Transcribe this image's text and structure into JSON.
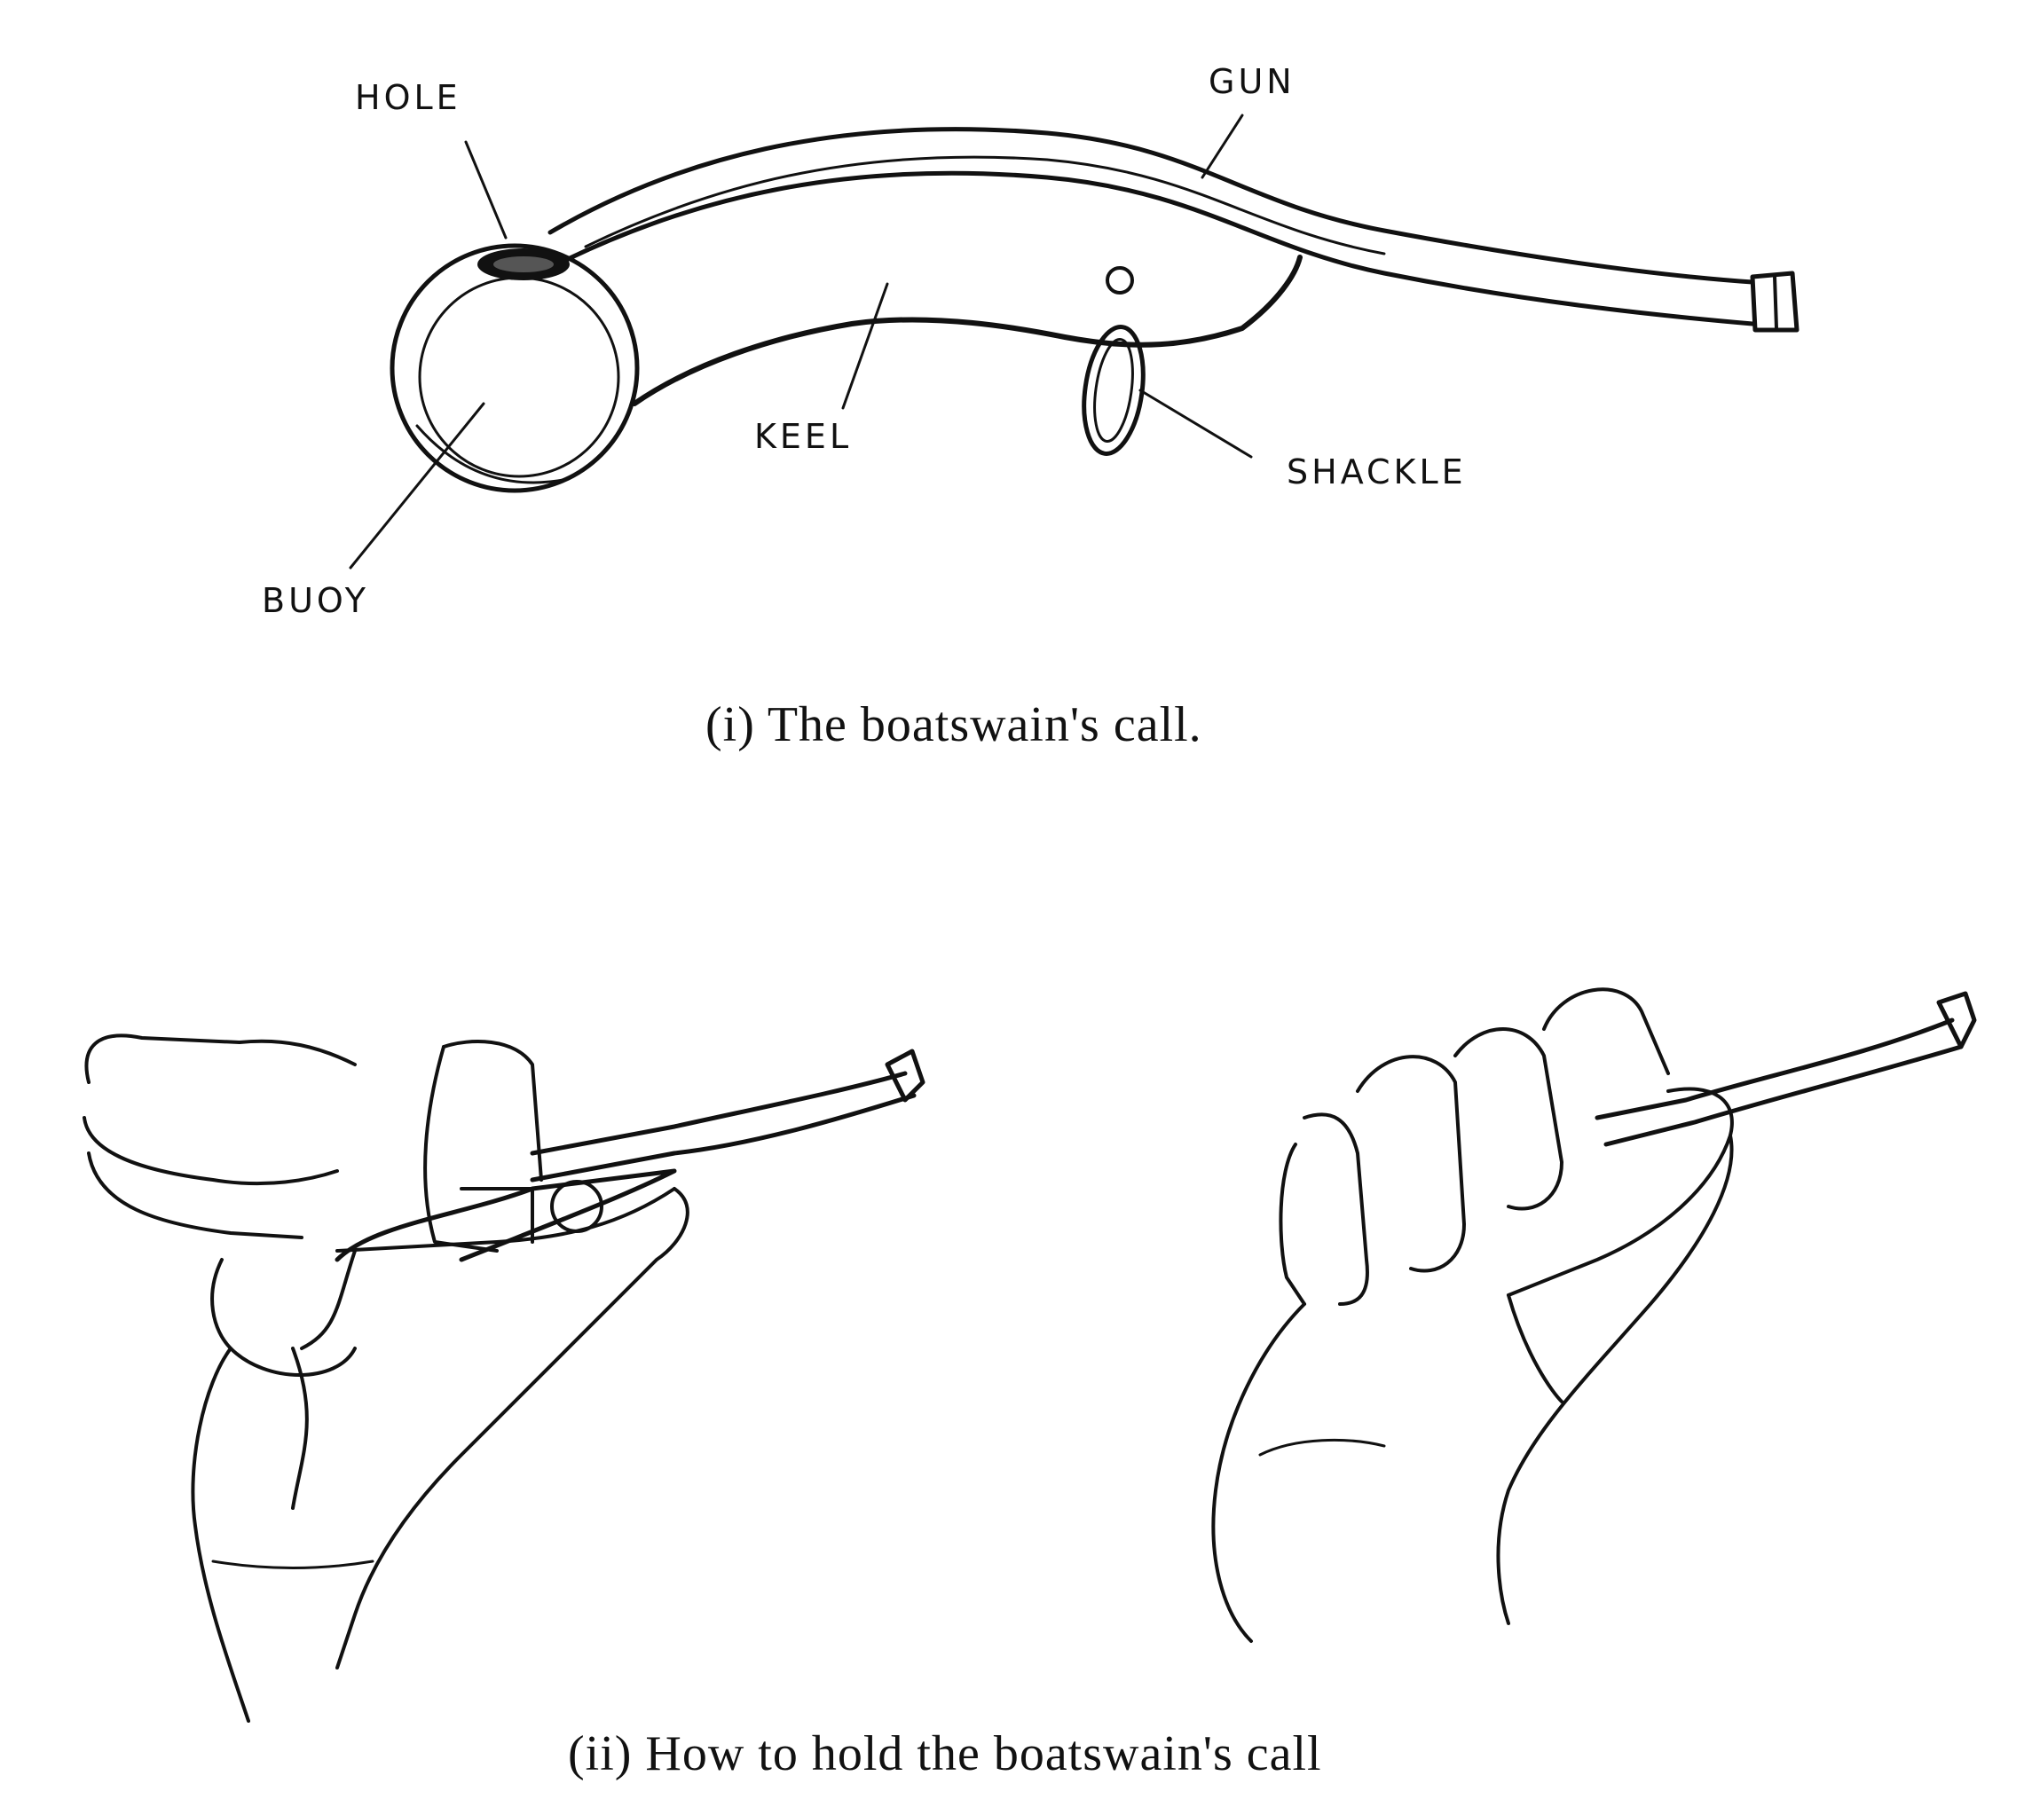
{
  "figure_i": {
    "labels": {
      "hole": "HOLE",
      "gun": "GUN",
      "keel": "KEEL",
      "shackle": "SHACKLE",
      "buoy": "BUOY"
    },
    "caption": "(i) The boatswain's call."
  },
  "figure_ii": {
    "caption": "(ii) How to hold the boatswain's call"
  }
}
